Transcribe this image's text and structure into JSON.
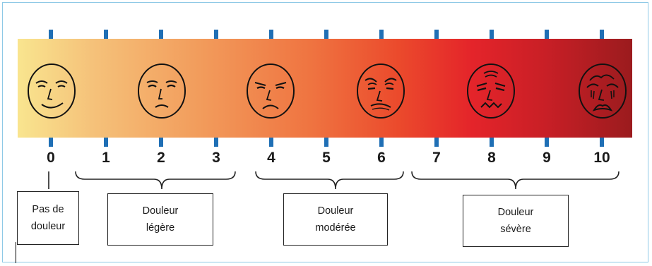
{
  "scale": {
    "ticks": [
      "0",
      "1",
      "2",
      "3",
      "4",
      "5",
      "6",
      "7",
      "8",
      "9",
      "10"
    ]
  },
  "faces": [
    {
      "value": 0,
      "icon": "smiling-face-icon"
    },
    {
      "value": 2,
      "icon": "mildly-concerned-face-icon"
    },
    {
      "value": 4,
      "icon": "uncomfortable-face-icon"
    },
    {
      "value": 6,
      "icon": "distressed-face-icon"
    },
    {
      "value": 8,
      "icon": "pained-face-icon"
    },
    {
      "value": 10,
      "icon": "crying-face-icon"
    }
  ],
  "categories": [
    {
      "line1": "Pas de",
      "line2": "douleur",
      "range": "0"
    },
    {
      "line1": "Douleur",
      "line2": "légère",
      "range": "1-3"
    },
    {
      "line1": "Douleur",
      "line2": "modérée",
      "range": "4-6"
    },
    {
      "line1": "Douleur",
      "line2": "sévère",
      "range": "7-10"
    }
  ],
  "colors": {
    "gradient_start": "#f9e58f",
    "gradient_end": "#9b1b1e",
    "tick_marks": "#1f6fb5",
    "frame": "#8ec9e6"
  }
}
